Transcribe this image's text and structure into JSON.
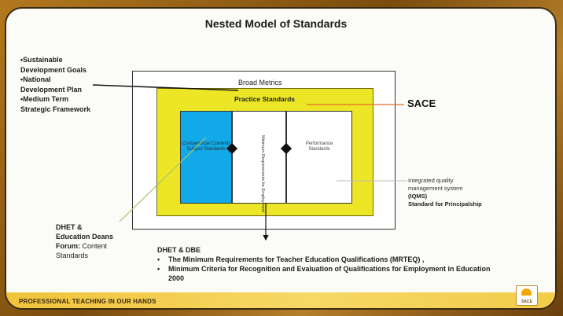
{
  "title": "Nested Model of Standards",
  "left_list": [
    "•Sustainable",
    "Development Goals",
    "•National",
    "Development Plan",
    "•Medium Term",
    "Strategic Framework"
  ],
  "boxes": {
    "broad_metrics": "Broad Metrics",
    "practice_standards": "Practice Standards",
    "competence": "Competence/ Content/ Subject Standards",
    "minimum": "Minimum Requirements for Employment",
    "performance": "Performance Standards"
  },
  "sace": "SACE",
  "iqms": {
    "line1": "Integrated quality",
    "line2": "management system",
    "line3": "(IQMS)",
    "line4": "Standard for Principalship"
  },
  "dhet_left": {
    "line1": "DHET &",
    "line2": "Education Deans",
    "forum_bold": "Forum:",
    "forum_rest": " Content",
    "line4": "Standards"
  },
  "bottom": {
    "heading": "DHET & DBE",
    "bullets": [
      "The Minimum Requirements for Teacher Education Qualifications (MRTEQ) ,",
      "Minimum Criteria for Recognition and Evaluation of Qualifications for Employment in Education 2000"
    ],
    "bullet_char": "•"
  },
  "footer": "PROFESSIONAL TEACHING IN OUR HANDS",
  "logo_text": "SACE",
  "colors": {
    "blue": "#12a9e8",
    "yellow": "#ece626",
    "arrow_orange": "#e8692a",
    "arrow_green": "#a8c46a",
    "frame_brown": "#8a5a17"
  }
}
